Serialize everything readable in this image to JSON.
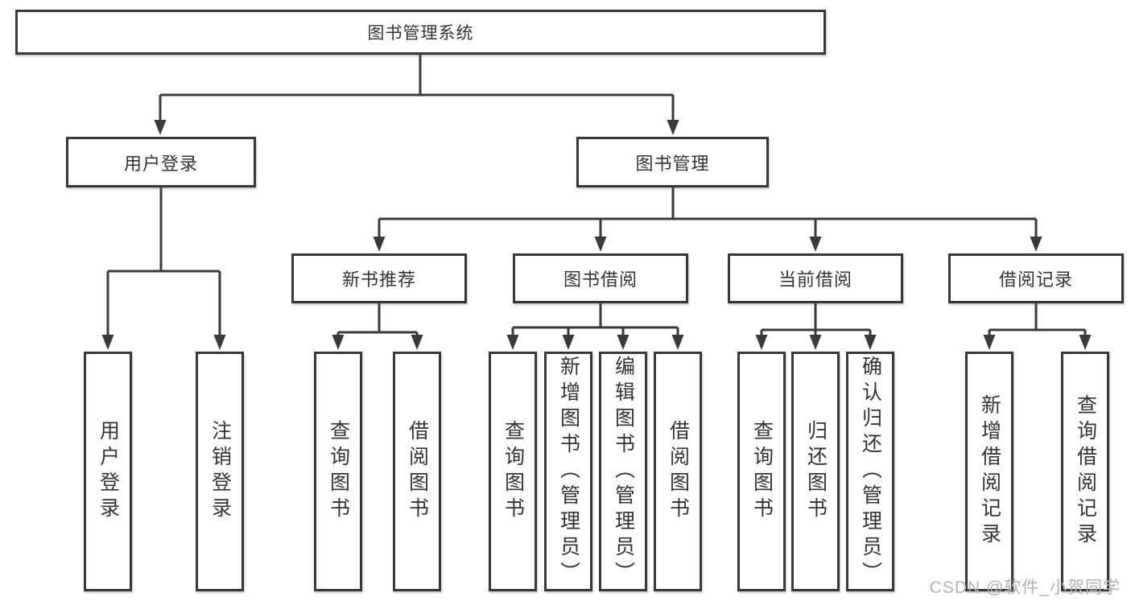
{
  "colors": {
    "line": "#3a3a3a",
    "box_border": "#383838",
    "text": "#333333",
    "watermark": "#b3b3b3",
    "background": "#ffffff"
  },
  "watermark": {
    "text": "CSDN @软件_小贺同学"
  },
  "diagram": {
    "type": "hierarchy-tree",
    "root": {
      "label": "图书管理系统",
      "children": [
        {
          "label": "用户登录",
          "children": [
            {
              "label": "用户登录"
            },
            {
              "label": "注销登录"
            }
          ]
        },
        {
          "label": "图书管理",
          "children": [
            {
              "label": "新书推荐",
              "children": [
                {
                  "label": "查询图书"
                },
                {
                  "label": "借阅图书"
                }
              ]
            },
            {
              "label": "图书借阅",
              "children": [
                {
                  "label": "查询图书"
                },
                {
                  "label": "新增图书（管理员）"
                },
                {
                  "label": "编辑图书（管理员）"
                },
                {
                  "label": "借阅图书"
                }
              ]
            },
            {
              "label": "当前借阅",
              "children": [
                {
                  "label": "查询图书"
                },
                {
                  "label": "归还图书"
                },
                {
                  "label": "确认归还（管理员）"
                }
              ]
            },
            {
              "label": "借阅记录",
              "children": [
                {
                  "label": "新增借阅记录"
                },
                {
                  "label": "查询借阅记录"
                }
              ]
            }
          ]
        }
      ]
    }
  }
}
